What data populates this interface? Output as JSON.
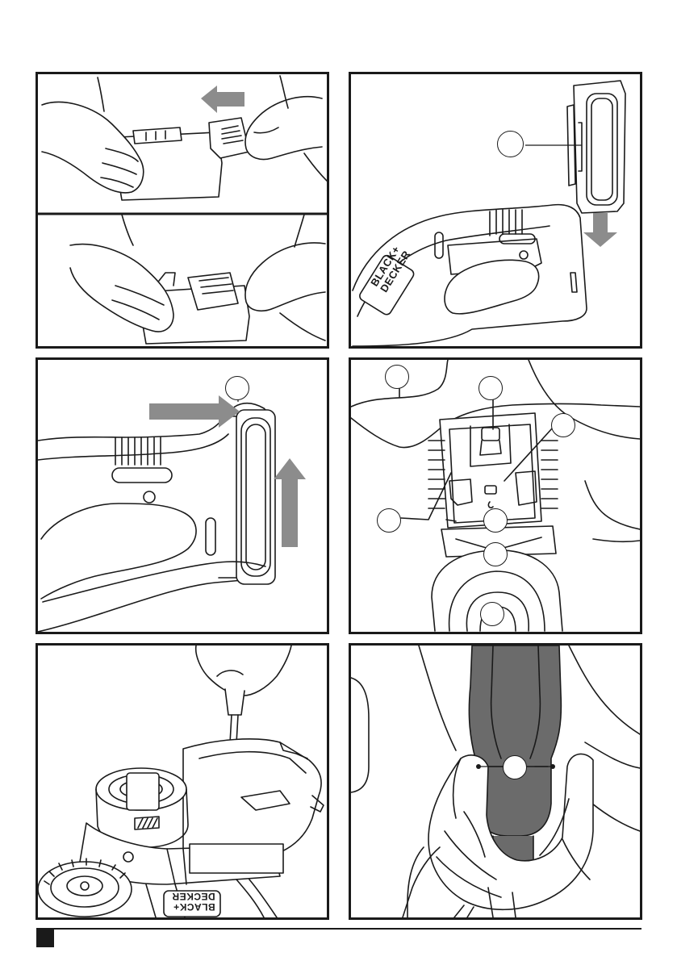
{
  "document": {
    "type": "instruction-illustration-page",
    "figures": [
      {
        "id": "fig-1",
        "content": "battery-charger-connect"
      },
      {
        "id": "fig-2",
        "content": "battery-insert-remove"
      },
      {
        "id": "fig-3",
        "content": "battery-slide-in"
      },
      {
        "id": "fig-4",
        "content": "guard-assembly-callouts"
      },
      {
        "id": "fig-5",
        "content": "screwdriver-guard-fixing"
      },
      {
        "id": "fig-6",
        "content": "handle-grip"
      }
    ],
    "brand": {
      "line1": "BLACK+",
      "line2": "DECKER"
    },
    "colors": {
      "outline": "#1a1a1a",
      "arrow": "#8c8c8c",
      "tool_dark": "#6b6b6b",
      "background": "#ffffff"
    }
  }
}
